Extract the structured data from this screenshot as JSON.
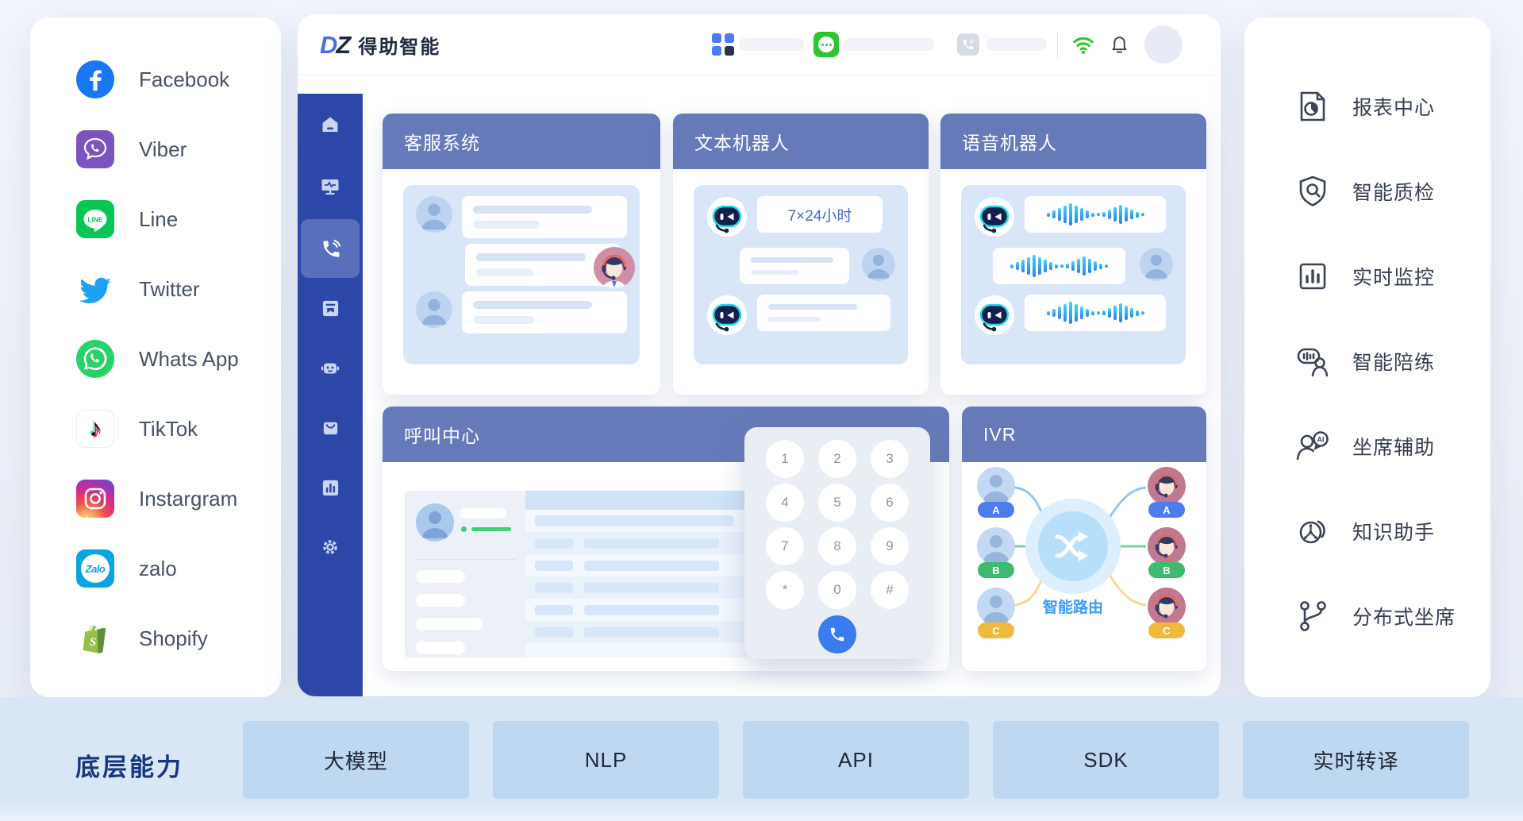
{
  "colors": {
    "card_header_blue": "#6679b9",
    "chat_panel_blue": "#d9e6f8",
    "nav_strip_blue": "#2c47a8",
    "bottom_bar_bg": "#d8e6f6",
    "capability_button_bg": "#bed8f2",
    "bottom_title_blue": "#16367f",
    "route_label_blue": "#3b9cf7",
    "queue_a_blue": "#4d7bf0",
    "queue_b_green": "#3dba6f",
    "queue_c_yellow": "#f0b93e",
    "wifi_green": "#35c631",
    "call_button_blue": "#3a7bf0"
  },
  "left_panel": {
    "channels": [
      {
        "name": "Facebook"
      },
      {
        "name": "Viber"
      },
      {
        "name": "Line"
      },
      {
        "name": "Twitter"
      },
      {
        "name": "Whats App"
      },
      {
        "name": "TikTok"
      },
      {
        "name": "Instargram"
      },
      {
        "name": "zalo"
      },
      {
        "name": "Shopify"
      }
    ]
  },
  "dashboard": {
    "logo": {
      "mark_d": "D",
      "mark_z": "Z",
      "name": "得助智能"
    },
    "cards": {
      "customer_service": {
        "title": "客服系统"
      },
      "text_robot": {
        "title": "文本机器人",
        "bubble": "7×24小时"
      },
      "voice_robot": {
        "title": "语音机器人",
        "waveform": [
          5,
          10,
          16,
          22,
          28,
          22,
          16,
          10,
          5,
          4,
          6,
          12,
          18,
          24,
          18,
          12,
          7,
          4
        ]
      },
      "call_center": {
        "title": "呼叫中心"
      },
      "ivr": {
        "title": "IVR",
        "hub_label": "智能路由",
        "queues": [
          "A",
          "B",
          "C"
        ]
      }
    },
    "dialpad": {
      "keys": [
        "1",
        "2",
        "3",
        "4",
        "5",
        "6",
        "7",
        "8",
        "9",
        "*",
        "0",
        "#"
      ]
    }
  },
  "right_panel": {
    "items": [
      {
        "label": "报表中心",
        "icon": "report-center"
      },
      {
        "label": "智能质检",
        "icon": "quality-inspection"
      },
      {
        "label": "实时监控",
        "icon": "realtime-monitor"
      },
      {
        "label": "智能陪练",
        "icon": "ai-coach"
      },
      {
        "label": "坐席辅助",
        "icon": "agent-assist",
        "badge": "AI"
      },
      {
        "label": "知识助手",
        "icon": "knowledge-assistant"
      },
      {
        "label": "分布式坐席",
        "icon": "distributed-agents"
      }
    ]
  },
  "bottom_bar": {
    "title": "底层能力",
    "capabilities": [
      "大模型",
      "NLP",
      "API",
      "SDK",
      "实时转译"
    ]
  }
}
